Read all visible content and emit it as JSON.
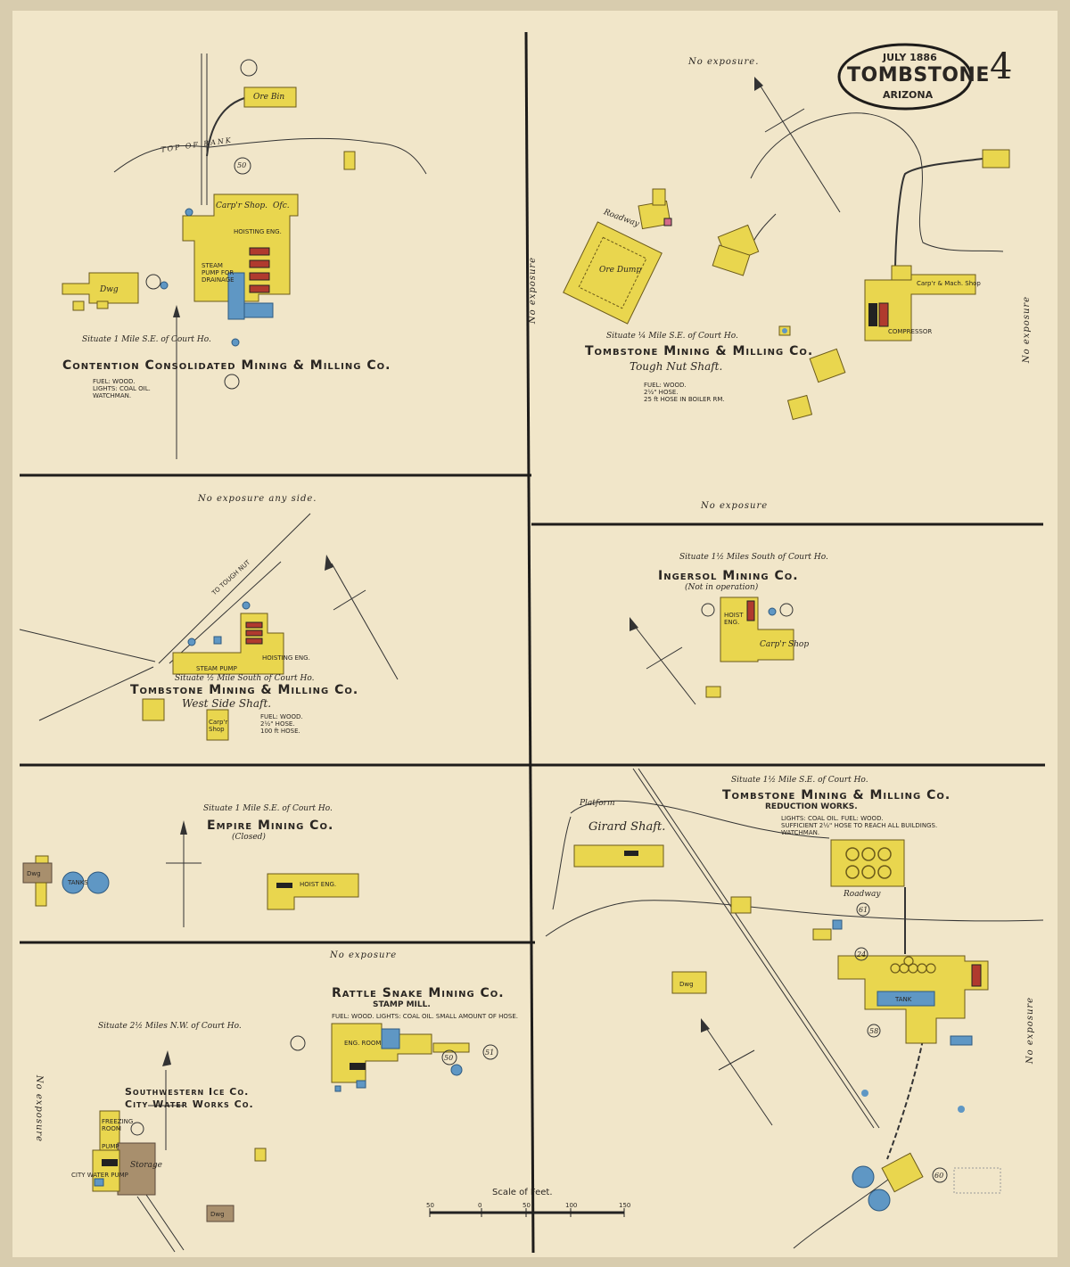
{
  "sheet": {
    "date": "JULY 1886",
    "city": "TOMBSTONE",
    "state": "ARIZONA",
    "sheet_number": "4"
  },
  "scale": {
    "label": "Scale of Feet.",
    "ticks": [
      "50",
      "0",
      "50",
      "100",
      "150"
    ]
  },
  "panels": {
    "contention": {
      "title": "Contention Consolidated Mining & Milling Co.",
      "situate": "Situate 1 Mile S.E. of Court Ho.",
      "notes": [
        "FUEL: WOOD.",
        "LIGHTS: COAL OIL.",
        "WATCHMAN."
      ],
      "labels": {
        "ore_bin": "Ore Bin",
        "carpenter_shop": "Carp'r Shop.",
        "office": "Ofc.",
        "hoisting": "HOISTING ENG.",
        "steam_pump": "STEAM PUMP FOR DRAINAGE",
        "dwelling": "Dwg",
        "top_of_bank": "TOP OF BANK",
        "block_50": "50"
      }
    },
    "tough_nut": {
      "title": "Tombstone Mining & Milling Co.",
      "subtitle": "Tough Nut Shaft.",
      "situate": "Situate ¼ Mile S.E. of Court Ho.",
      "exposure_top": "No exposure.",
      "exposure_left": "No exposure",
      "exposure_right": "No exposure",
      "exposure_bottom": "No exposure",
      "notes": [
        "FUEL: WOOD.",
        "2½\" HOSE.",
        "25 ft HOSE IN BOILER RM."
      ],
      "labels": {
        "ore_dump": "Ore Dump",
        "roadway": "Roadway",
        "carpenter_machine": "Carp'r & Mach. Shop",
        "compressor": "COMPRESSOR"
      }
    },
    "west_side": {
      "title": "Tombstone Mining & Milling Co.",
      "subtitle": "West Side Shaft.",
      "situate": "Situate ½ Mile South of Court Ho.",
      "exposure": "No exposure any side.",
      "notes": [
        "FUEL: WOOD.",
        "2½\" HOSE.",
        "100 ft HOSE."
      ],
      "labels": {
        "carpenter_shop": "Carp'r Shop",
        "steam_pump": "STEAM PUMP",
        "hoisting": "HOISTING ENG.",
        "to_tough_nut": "TO TOUGH NUT"
      }
    },
    "ingersol": {
      "title": "Ingersol Mining Co.",
      "subtitle": "(Not in operation)",
      "situate": "Situate 1½ Miles South of Court Ho.",
      "labels": {
        "hoist": "HOIST ENG.",
        "carpenter_shop": "Carp'r Shop"
      }
    },
    "empire": {
      "title": "Empire Mining Co.",
      "subtitle": "(Closed)",
      "situate": "Situate 1 Mile S.E. of Court Ho.",
      "labels": {
        "tanks": "TANKS",
        "dwelling": "Dwg",
        "hoist": "HOIST ENG."
      }
    },
    "rattle_snake": {
      "title": "Rattle Snake Mining Co.",
      "subtitle": "STAMP MILL.",
      "exposure": "No exposure",
      "notes": "FUEL: WOOD. LIGHTS: COAL OIL. SMALL AMOUNT OF HOSE.",
      "labels": {
        "eng_room": "ENG. ROOM",
        "block_51": "51",
        "block_50": "50"
      }
    },
    "southwestern_ice": {
      "title": "Southwestern Ice Co.",
      "title2": "City Water Works Co.",
      "situate": "Situate 2½ Miles N.W. of Court Ho.",
      "exposure": "No exposure",
      "labels": {
        "storage": "Storage",
        "pump": "PUMP",
        "dwelling": "Dwg",
        "city_water_pump": "CITY WATER PUMP",
        "freezing": "FREEZING ROOM"
      }
    },
    "reduction_works": {
      "title": "Tombstone Mining & Milling Co.",
      "subtitle": "REDUCTION WORKS.",
      "situate": "Situate 1½ Mile S.E. of Court Ho.",
      "exposure": "No exposure",
      "notes": [
        "LIGHTS: COAL OIL.   FUEL: WOOD.",
        "SUFFICIENT 2½\" HOSE TO REACH ALL BUILDINGS.",
        "WATCHMAN."
      ],
      "labels": {
        "girard_shaft": "Girard Shaft.",
        "platform": "Platform",
        "roadway": "Roadway",
        "tank": "TANK",
        "dwelling": "Dwg",
        "block_58": "58",
        "block_24": "24",
        "block_60": "60",
        "block_61": "61"
      }
    }
  }
}
